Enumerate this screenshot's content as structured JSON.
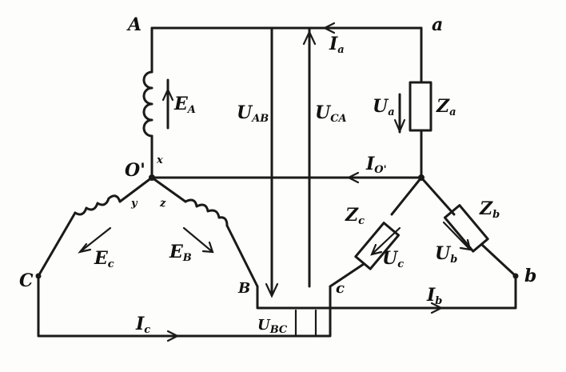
{
  "nodes": {
    "A": "A",
    "a": "a",
    "O_prime": "O'",
    "x": "x",
    "y": "y",
    "z": "z",
    "C": "C",
    "B": "B",
    "c": "c",
    "b": "b"
  },
  "sources": {
    "EA": "E",
    "EA_sub": "A",
    "EB": "E",
    "EB_sub": "B",
    "EC": "E",
    "EC_sub": "c"
  },
  "loads": {
    "Za": "Z",
    "Za_sub": "a",
    "Zb": "Z",
    "Zb_sub": "b",
    "Zc": "Z",
    "Zc_sub": "c"
  },
  "voltages": {
    "Ua": "U",
    "Ua_sub": "a",
    "Ub": "U",
    "Ub_sub": "b",
    "Uc": "U",
    "Uc_sub": "c",
    "UAB": "U",
    "UAB_sub": "AB",
    "UCA": "U",
    "UCA_sub": "CA",
    "UBC": "U",
    "UBC_sub": "BC"
  },
  "currents": {
    "Ia": "I",
    "Ia_sub": "a",
    "Ib": "I",
    "Ib_sub": "b",
    "Ic": "I",
    "Ic_sub": "c",
    "Io": "I",
    "Io_sub": "O'"
  },
  "colors": {
    "ink": "#1a1a1a",
    "paper": "#fdfdfb"
  }
}
